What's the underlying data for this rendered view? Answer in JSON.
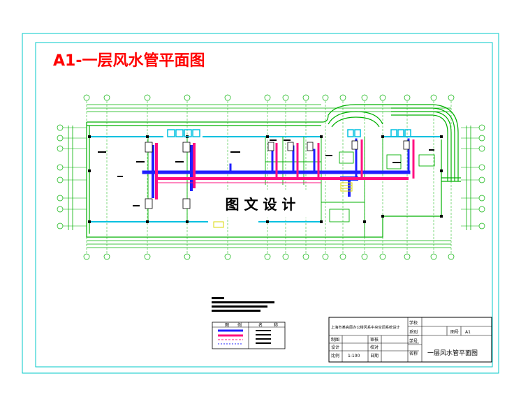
{
  "drawing": {
    "title": "A1-一层风水管平面图",
    "watermark": "图 文 设 计"
  },
  "colors": {
    "border": "#00c8c8",
    "grid": "#00b000",
    "wall": "#00b000",
    "duct_supply": "#2020ff",
    "duct_return": "#ff1080",
    "title": "#ff0000",
    "text": "#000000",
    "equipment": "#ff00ff",
    "accent_yellow": "#d8d800",
    "wall_cyan": "#00c0e0"
  },
  "legend": {
    "headers": [
      "图",
      "例",
      "名",
      "称"
    ]
  },
  "title_block": {
    "project": "上海市某高层办公楼风系中央空调系统设计",
    "school_label": "学校",
    "dept_label": "系别",
    "student_no_label": "学号",
    "name_label": "名称",
    "drawing_no_label": "图号",
    "drawing_no": "A1",
    "drawn_label": "制图",
    "design_label": "设计",
    "scale_label": "比例",
    "scale": "1:100",
    "review_label": "审核",
    "proof_label": "校对",
    "date_label": "日期",
    "drawing_name": "一层风水管平面图"
  }
}
